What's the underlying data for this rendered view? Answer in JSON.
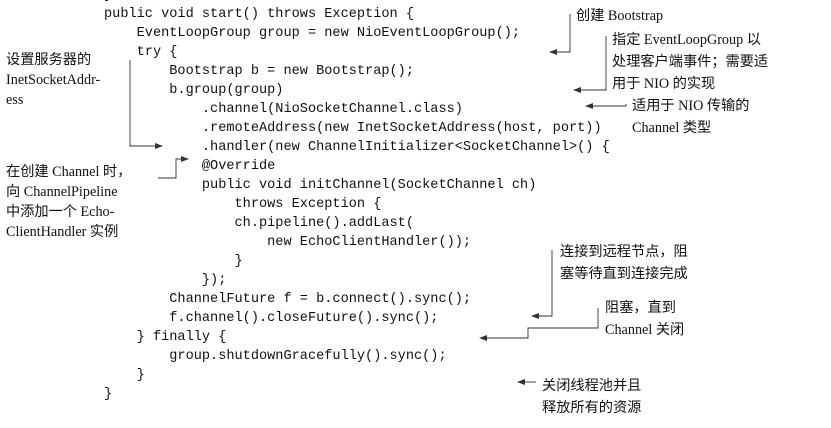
{
  "code": {
    "lines": [
      "}",
      "public void start() throws Exception {",
      "    EventLoopGroup group = new NioEventLoopGroup();",
      "    try {",
      "        Bootstrap b = new Bootstrap();",
      "        b.group(group)",
      "            .channel(NioSocketChannel.class)",
      "            .remoteAddress(new InetSocketAddress(host, port))",
      "            .handler(new ChannelInitializer<SocketChannel>() {",
      "            @Override",
      "            public void initChannel(SocketChannel ch)",
      "                throws Exception {",
      "                ch.pipeline().addLast(",
      "                    new EchoClientHandler());",
      "                }",
      "            });",
      "        ChannelFuture f = b.connect().sync();",
      "        f.channel().closeFuture().sync();",
      "    } finally {",
      "        group.shutdownGracefully().sync();",
      "    }",
      "}"
    ]
  },
  "annotations": {
    "set_address": [
      "设置服务器的",
      "InetSocketAddr-",
      "ess"
    ],
    "add_handler": [
      "在创建 Channel 时，",
      "向 ChannelPipeline",
      "中添加一个 Echo-",
      "ClientHandler 实例"
    ],
    "create_bootstrap": [
      "创建 Bootstrap"
    ],
    "event_loop_group": [
      "指定 EventLoopGroup 以",
      "处理客户端事件；需要适",
      "用于 NIO 的实现"
    ],
    "nio_channel": [
      "适用于 NIO 传输的",
      "Channel 类型"
    ],
    "connect": [
      "连接到远程节点，阻",
      "塞等待直到连接完成"
    ],
    "block_close": [
      "阻塞，直到",
      "Channel 关闭"
    ],
    "shutdown": [
      "关闭线程池并且",
      "释放所有的资源"
    ]
  }
}
